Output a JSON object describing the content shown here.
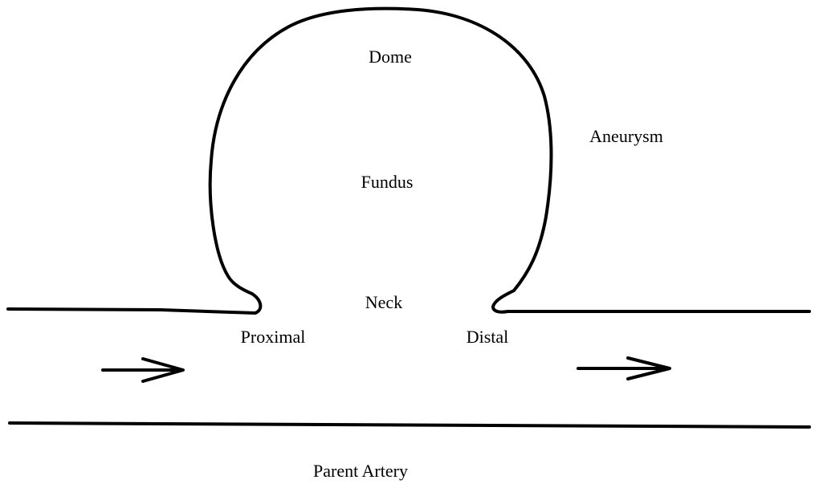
{
  "labels": {
    "dome": "Dome",
    "aneurysm": "Aneurysm",
    "fundus": "Fundus",
    "neck": "Neck",
    "proximal": "Proximal",
    "distal": "Distal",
    "parent_artery": "Parent Artery"
  },
  "colors": {
    "line": "#000000",
    "background": "#ffffff"
  }
}
